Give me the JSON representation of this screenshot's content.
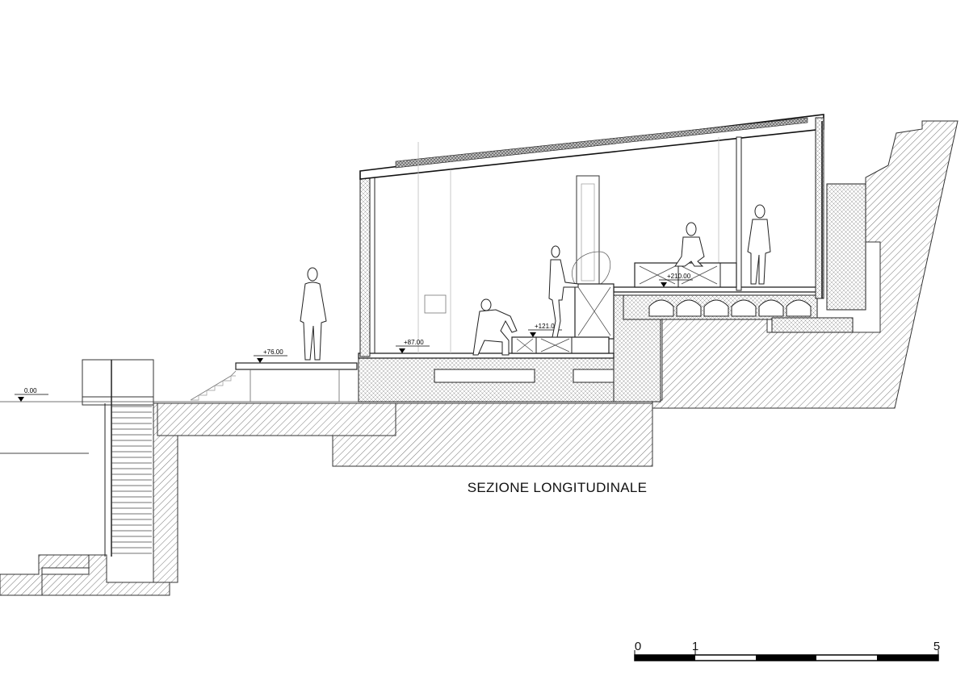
{
  "drawing": {
    "title": "SEZIONE LONGITUDINALE",
    "levels": [
      "0.00",
      "+76.00",
      "+87.00",
      "+121.00",
      "+210.00"
    ],
    "scale_bar": {
      "labels": [
        "0",
        "1",
        "5"
      ]
    }
  }
}
